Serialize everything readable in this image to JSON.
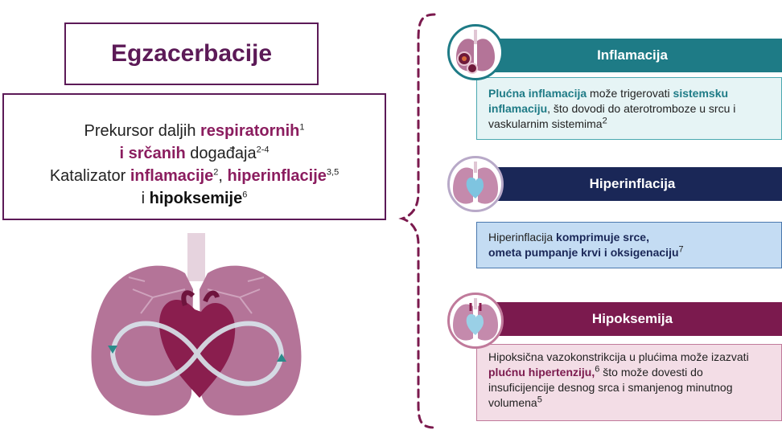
{
  "title": "Egzacerbacije",
  "summary": {
    "line1_pre": "Prekursor daljih ",
    "line1_bold": "respiratornih",
    "line1_sup": "1",
    "line2_bold": "i srčanih",
    "line2_post": " događaja",
    "line2_sup": "2-4",
    "line3_pre": "Katalizator ",
    "line3_bold1": "inflamacije",
    "line3_sup1": "2",
    "line3_sep": ", ",
    "line3_bold2": "hiperinflacije",
    "line3_sup2": "3,5",
    "line4_pre": "i ",
    "line4_bold": "hipoksemije",
    "line4_sup": "6"
  },
  "sections": {
    "inflammation": {
      "header": "Inflamacija",
      "t1": "Plućna inflamacija",
      "t2": " može trigerovati ",
      "t3": "sistemsku inflamaciju",
      "t4": ", što dovodi do aterotromboze u srcu i vaskularnim sistemima",
      "sup": "2"
    },
    "hyperinflation": {
      "header": "Hiperinflacija",
      "t1": "Hiperinflacija ",
      "t2": "komprimuje srce,",
      "t3": "ometa pumpanje krvi i oksigenaciju",
      "sup": "7"
    },
    "hypoxemia": {
      "header": "Hipoksemija",
      "t1": "Hipoksična vazokonstrikcija u plućima može izazvati ",
      "t2": "plućnu hipertenziju,",
      "sup1": "6",
      "t3": " što može dovesti do insuficijencije desnog srca i smanjenog minutnog volumena",
      "sup2": "5"
    }
  },
  "colors": {
    "plum": "#5c1a57",
    "teal": "#1e7b86",
    "navy": "#1a2757",
    "magenta": "#7b1a4e"
  }
}
